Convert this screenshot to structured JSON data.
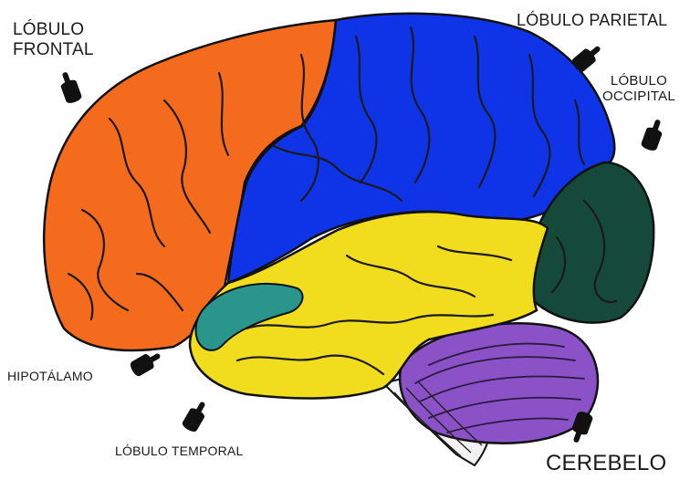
{
  "labels": {
    "frontal": "LÓBULO\nFRONTAL",
    "parietal": "LÓBULO PARIETAL",
    "occipital": "LÓBULO\nOCCIPITAL",
    "hipotalamo": "HIPOTÁLAMO",
    "temporal": "LÓBULO TEMPORAL",
    "cerebelo": "CEREBELO"
  },
  "colors": {
    "frontal": "#f46b1e",
    "parietal": "#0f34e8",
    "occipital": "#154a3a",
    "temporal": "#f2dc1e",
    "hipotalamo": "#2a958a",
    "cerebelo": "#8b52c8",
    "brainstem": "#f2f2f2",
    "outline": "#111111"
  },
  "icons": [
    "pointing-hand-icon"
  ]
}
